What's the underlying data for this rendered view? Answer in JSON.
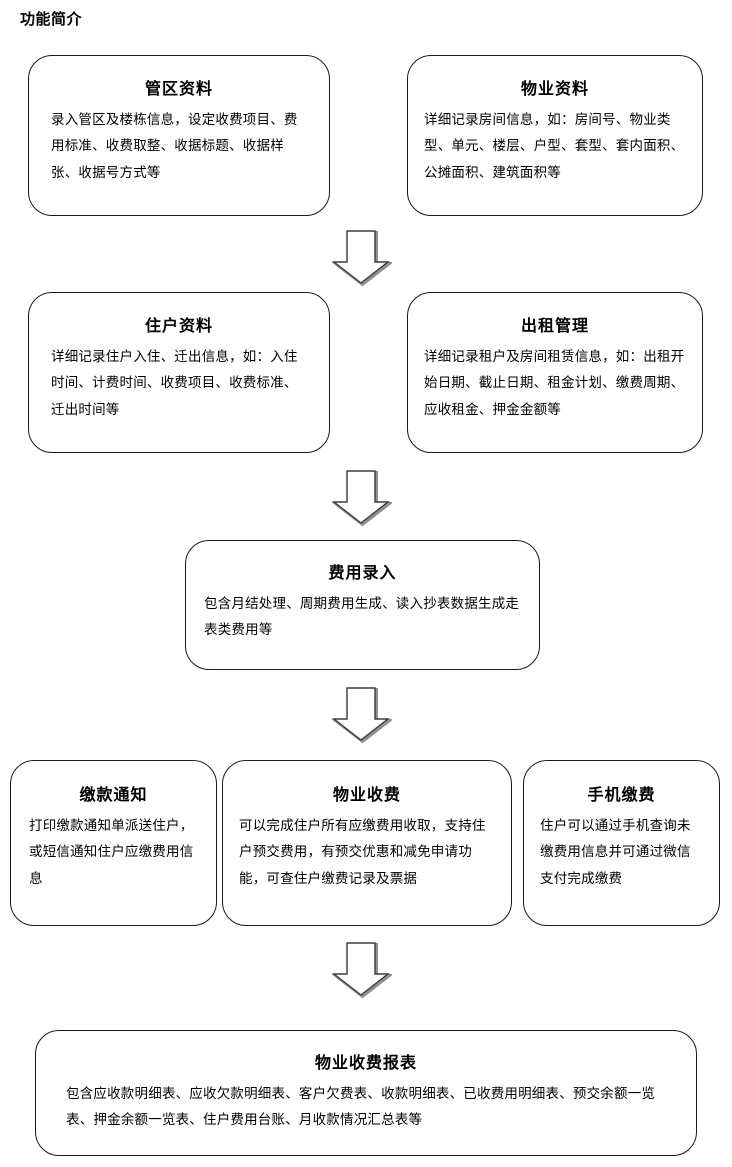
{
  "page": {
    "title": "功能简介",
    "background_color": "#ffffff",
    "text_color": "#000000",
    "border_color": "#1a1a1a",
    "arrow_fill_color": "#ffffff",
    "arrow_stroke_color": "#3c3c3c",
    "arrow_shadow_color": "#808080"
  },
  "nodes": [
    {
      "id": "district",
      "title": "管区资料",
      "body": "录入管区及楼栋信息，设定收费项目、费用标准、收费取整、收据标题、收据样张、收据号方式等"
    },
    {
      "id": "property",
      "title": "物业资料",
      "body": "详细记录房间信息，如：房间号、物业类型、单元、楼层、户型、套型、套内面积、公摊面积、建筑面积等"
    },
    {
      "id": "resident",
      "title": "住户资料",
      "body": "详细记录住户入住、迁出信息，如：入住时间、计费时间、收费项目、收费标准、迁出时间等"
    },
    {
      "id": "rental",
      "title": "出租管理",
      "body": "详细记录租户及房间租赁信息，如：出租开始日期、截止日期、租金计划、缴费周期、应收租金、押金金额等"
    },
    {
      "id": "feeentry",
      "title": "费用录入",
      "body": "包含月结处理、周期费用生成、读入抄表数据生成走表类费用等"
    },
    {
      "id": "notice",
      "title": "缴款通知",
      "body": "打印缴款通知单派送住户，或短信通知住户应缴费用信息"
    },
    {
      "id": "charging",
      "title": "物业收费",
      "body": "可以完成住户所有应缴费用收取，支持住户预交费用，有预交优惠和减免申请功能，可查住户缴费记录及票据"
    },
    {
      "id": "mobilepay",
      "title": "手机缴费",
      "body": "住户可以通过手机查询未缴费用信息并可通过微信支付完成缴费"
    },
    {
      "id": "report",
      "title": "物业收费报表",
      "body": "包含应收款明细表、应收欠款明细表、客户欠费表、收款明细表、已收费用明细表、预交余额一览表、押金余额一览表、住户费用台账、月收款情况汇总表等"
    }
  ],
  "connectors": [
    {
      "id": "arrow-1",
      "icon": "down-block-arrow-icon",
      "from": "district/property",
      "to": "resident/rental"
    },
    {
      "id": "arrow-2",
      "icon": "down-block-arrow-icon",
      "from": "resident/rental",
      "to": "feeentry"
    },
    {
      "id": "arrow-3",
      "icon": "down-block-arrow-icon",
      "from": "feeentry",
      "to": "notice/charging/mobilepay"
    },
    {
      "id": "arrow-4",
      "icon": "down-block-arrow-icon",
      "from": "notice/charging/mobilepay",
      "to": "report"
    }
  ]
}
